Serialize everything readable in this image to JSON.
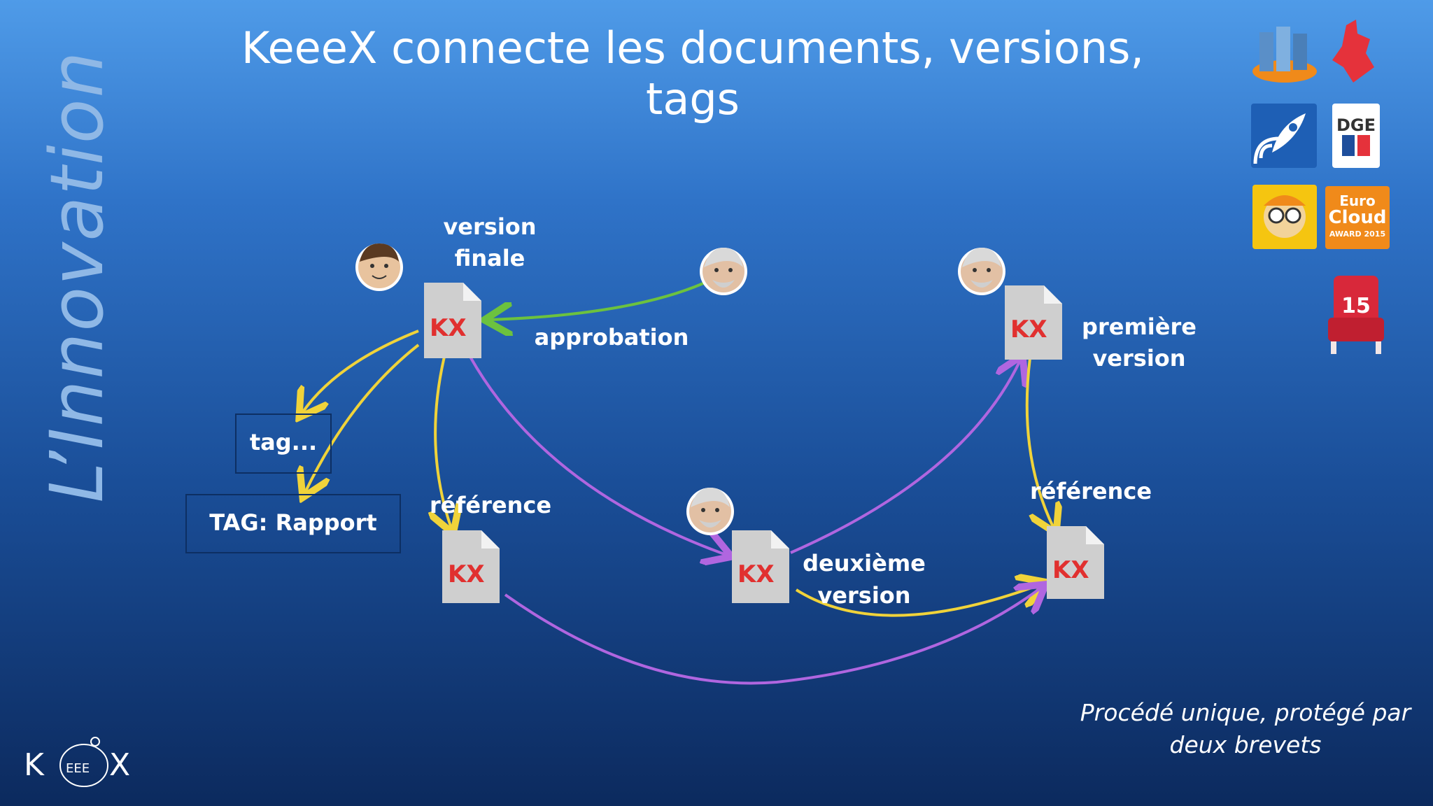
{
  "slide": {
    "title": "KeeeX connecte les documents, versions, tags",
    "side_title": "L’Innovation",
    "footnote_line1": "Procédé unique, protégé par",
    "footnote_line2": "deux brevets"
  },
  "diagram": {
    "labels": {
      "version_finale_1": "version",
      "version_finale_2": "finale",
      "approbation": "approbation",
      "premiere_version_1": "première",
      "premiere_version_2": "version",
      "tag_generic": "tag...",
      "tag_rapport": "TAG: Rapport",
      "reference_left": "référence",
      "reference_right": "référence",
      "deuxieme_version_1": "deuxième",
      "deuxieme_version_2": "version"
    },
    "document_mark": "KX",
    "edge_colors": {
      "approval": "#6cc23e",
      "tag_reference": "#f0d33a",
      "version": "#b066e0"
    }
  },
  "badges": {
    "chair_number": "15",
    "dge_text": "DGE",
    "eurocloud_line1": "Euro",
    "eurocloud_line2": "Cloud",
    "eurocloud_line3": "AWARD 2015"
  },
  "logo": {
    "left": "K",
    "middle": "EEE",
    "right": "X"
  }
}
